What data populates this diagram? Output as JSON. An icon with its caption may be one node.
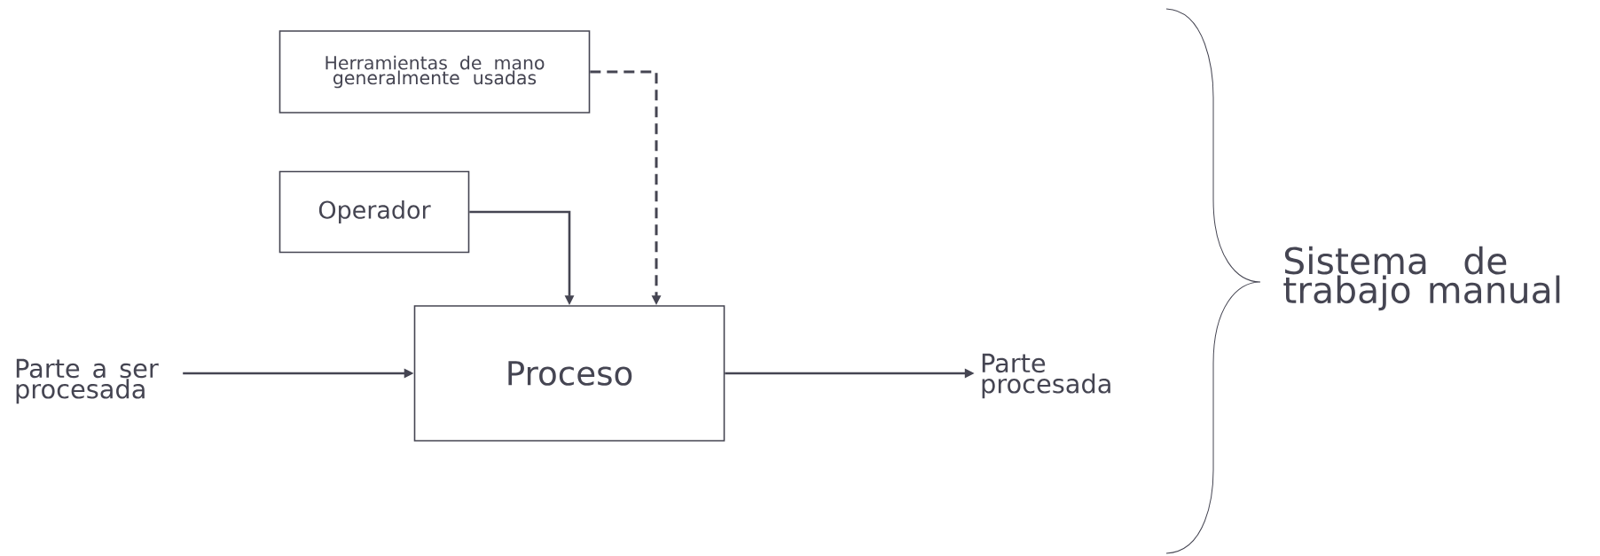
{
  "diagram": {
    "nodes": [
      {
        "text": [
          "Herramientas de mano generalmente usadas"
        ]
      },
      {
        "text": [
          "Operador"
        ]
      },
      {
        "text": [
          "Parte a ser procesada"
        ]
      },
      {
        "text": [
          "Proceso"
        ]
      },
      {
        "text": [
          "Parte procesada"
        ]
      }
    ],
    "edges": [
      {
        "from": 0,
        "to": 3,
        "arrow": "to",
        "style": "dashed"
      },
      {
        "from": 1,
        "to": 3,
        "arrow": "to"
      },
      {
        "from": 2,
        "to": 3,
        "arrow": "to"
      },
      {
        "from": 3,
        "to": 4,
        "arrow": "to"
      }
    ],
    "labels": [
      "Sistema de trabajo manual"
    ]
  }
}
